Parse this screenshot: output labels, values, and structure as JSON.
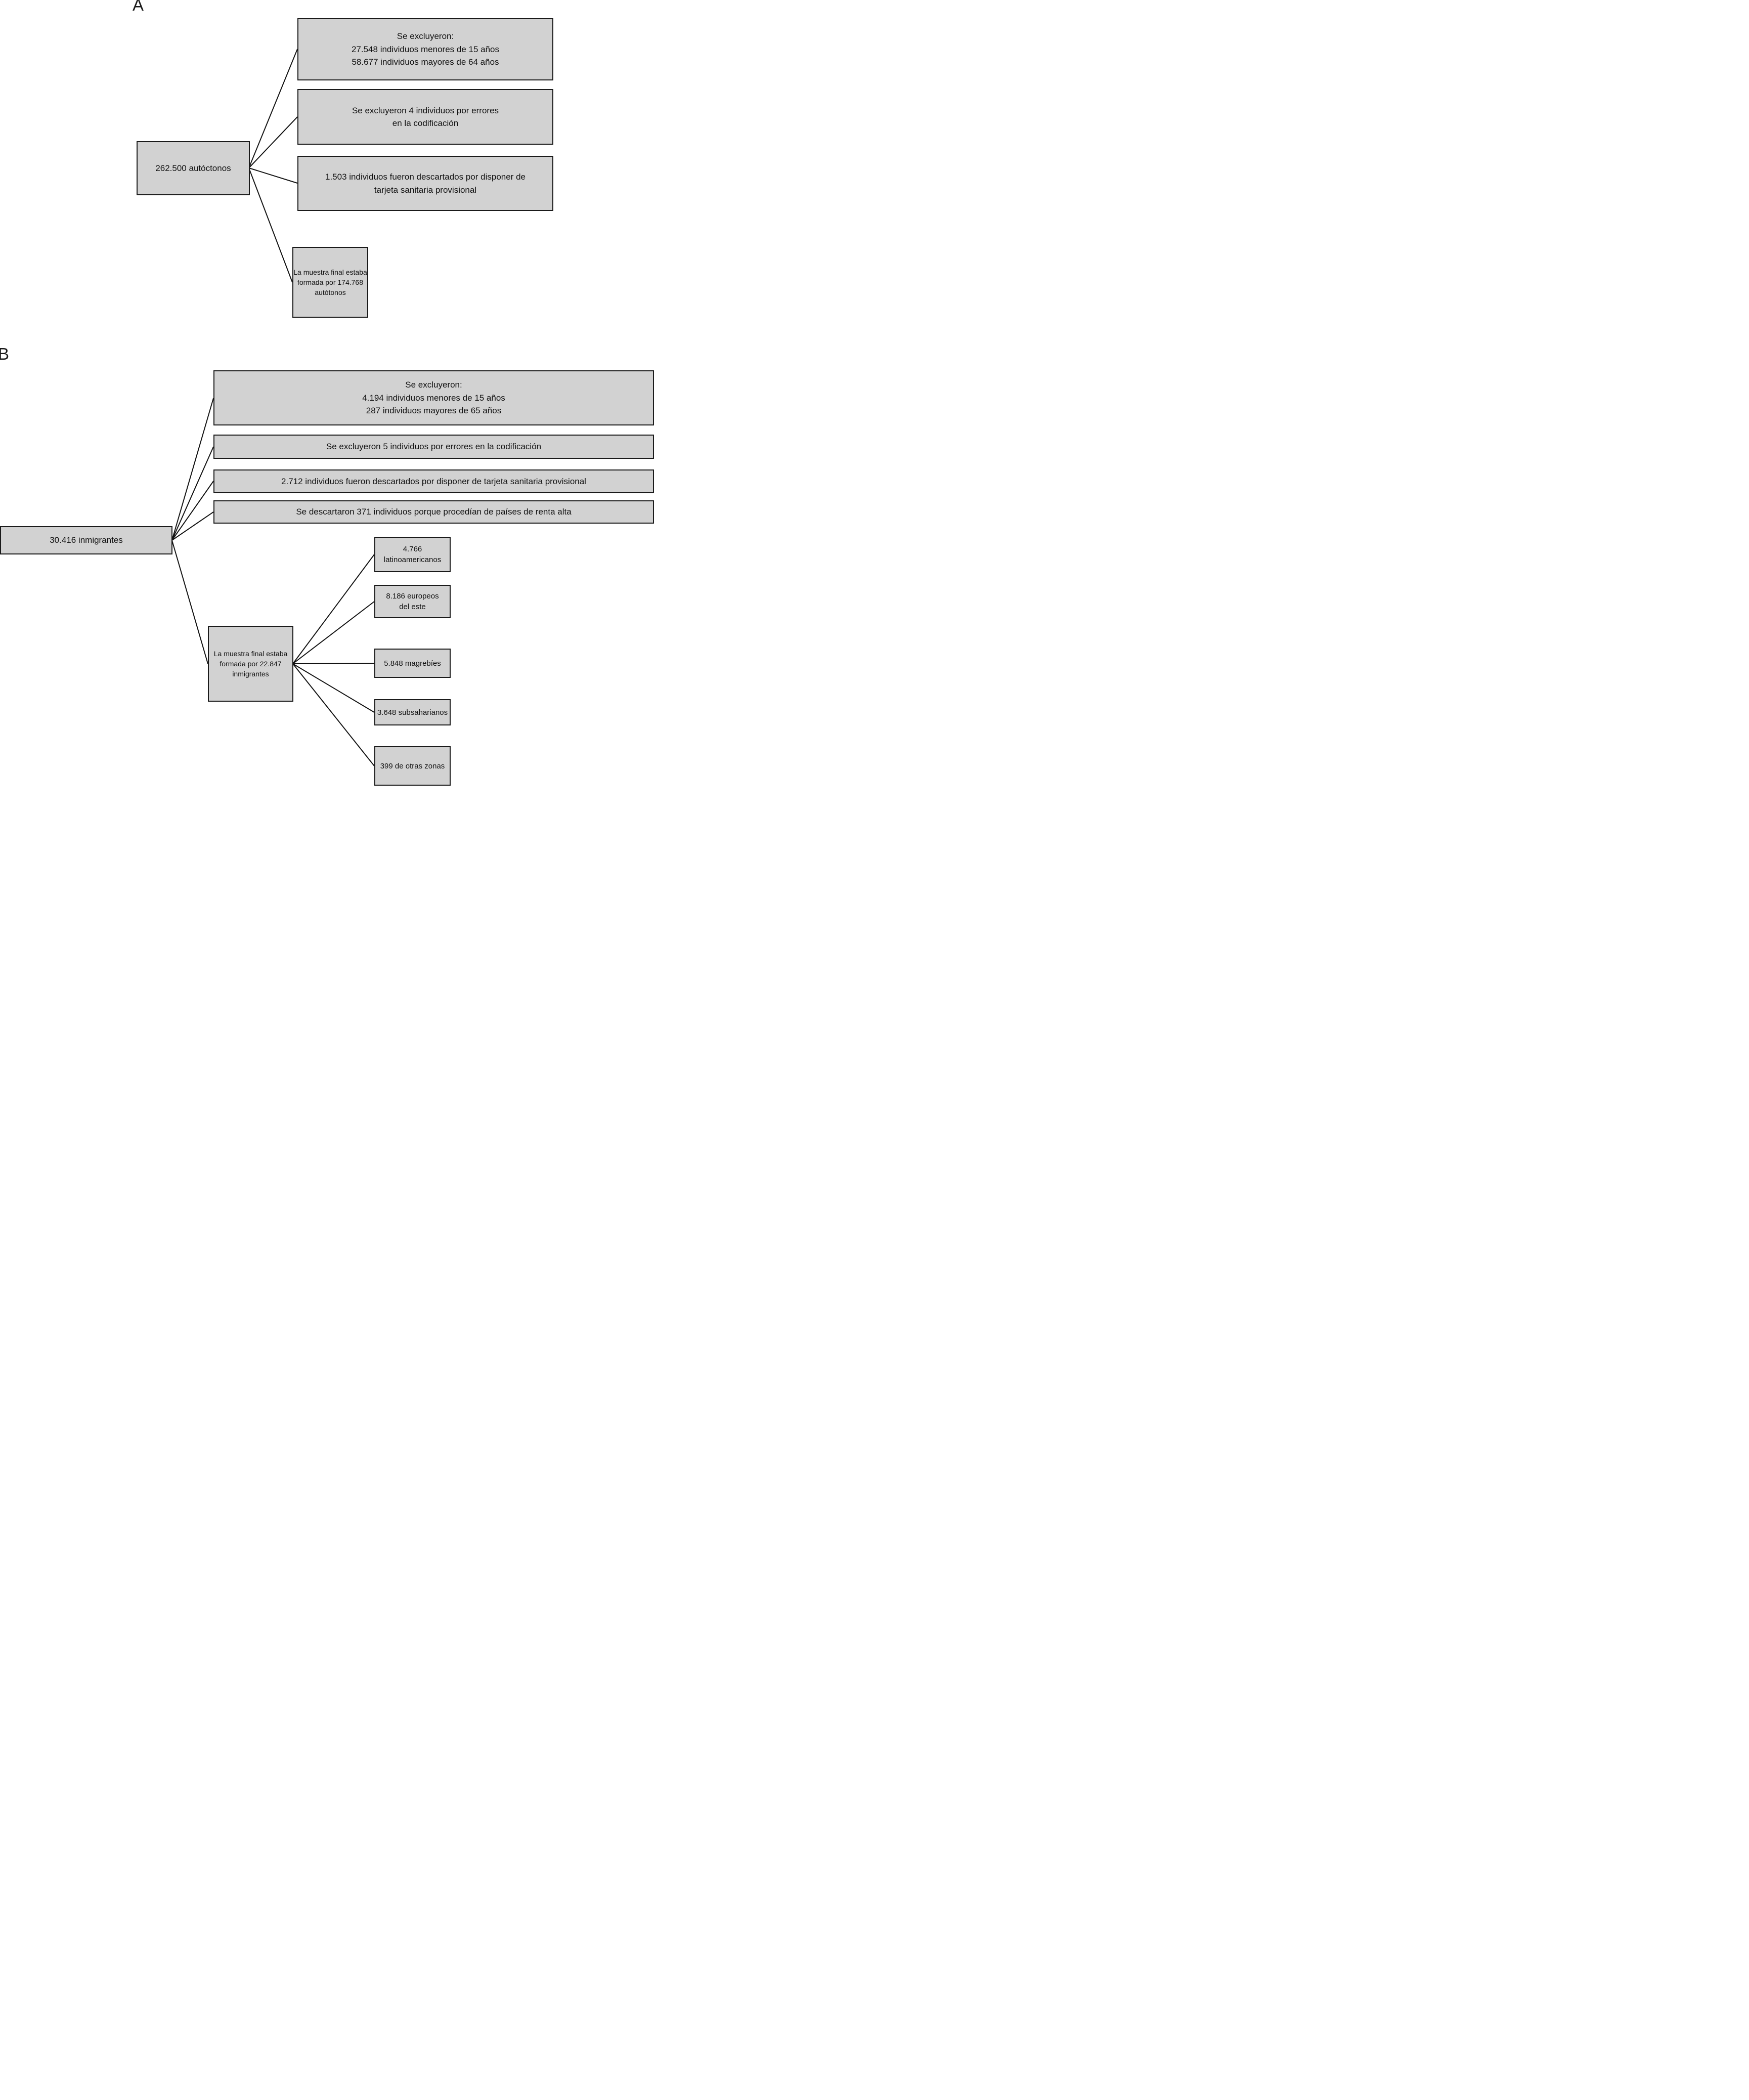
{
  "figure": {
    "colors": {
      "box_fill": "#d2d2d2",
      "box_border": "#1a1a1a",
      "connector": "#111111",
      "text": "#111111",
      "background": "#ffffff"
    }
  },
  "panel_a": {
    "label": "A",
    "source_box": {
      "text": "262.500 autóctonos"
    },
    "exclusion_boxes": [
      {
        "lines": [
          "Se excluyeron:",
          "27.548 individuos menores de 15 años",
          "58.677 individuos mayores de 64 años"
        ]
      },
      {
        "lines": [
          "Se excluyeron 4 individuos por errores",
          "en la codificación"
        ]
      },
      {
        "lines": [
          "1.503 individuos fueron descartados por disponer de",
          "tarjeta sanitaria provisional"
        ]
      }
    ],
    "final_box": {
      "lines": [
        "La muestra final estaba",
        "formada por 174.768",
        "autótonos"
      ]
    }
  },
  "panel_b": {
    "label": "B",
    "source_box": {
      "text": "30.416 inmigrantes"
    },
    "exclusion_boxes": [
      {
        "lines": [
          "Se excluyeron:",
          "4.194 individuos menores de 15 años",
          "287 individuos mayores de 65 años"
        ]
      },
      {
        "lines": [
          "Se excluyeron 5 individuos por errores en la codificación"
        ]
      },
      {
        "lines": [
          "2.712 individuos fueron descartados por disponer de tarjeta sanitaria provisional"
        ]
      },
      {
        "lines": [
          "Se descartaron 371 individuos porque procedían de países de renta alta"
        ]
      }
    ],
    "final_box": {
      "lines": [
        "La muestra final estaba",
        "formada por 22.847",
        "inmigrantes"
      ]
    },
    "subgroup_boxes": [
      {
        "lines": [
          "4.766",
          "latinoamericanos"
        ]
      },
      {
        "lines": [
          "8.186 europeos",
          "del este"
        ]
      },
      {
        "lines": [
          "5.848 magrebíes"
        ]
      },
      {
        "lines": [
          "3.648 subsaharianos"
        ]
      },
      {
        "lines": [
          "399 de otras zonas"
        ]
      }
    ]
  }
}
